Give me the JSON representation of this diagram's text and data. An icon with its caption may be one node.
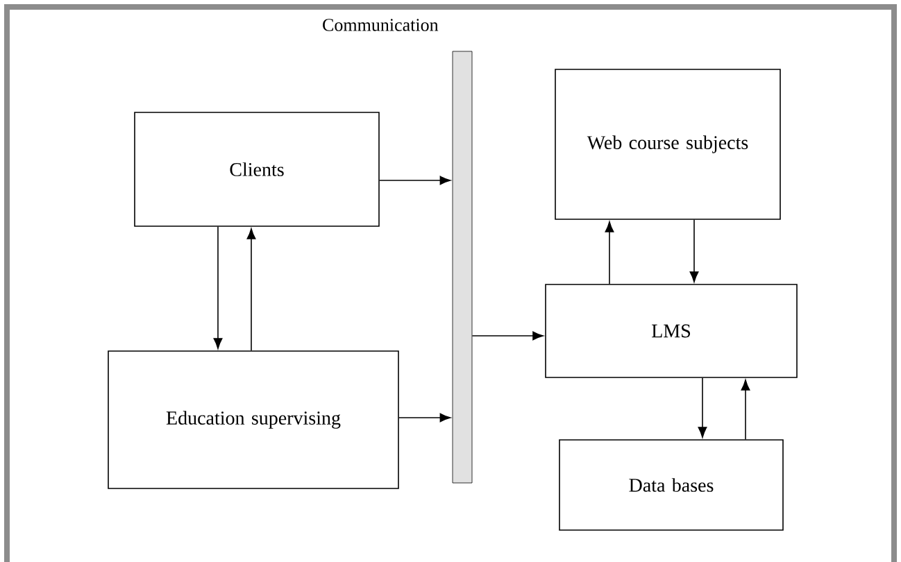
{
  "diagram": {
    "nodes": [
      {
        "text": [
          "Clients"
        ]
      },
      {
        "text": [
          "Education supervising"
        ]
      },
      {
        "text": [
          "Communication"
        ]
      },
      {
        "text": [
          "Web course subjects"
        ]
      },
      {
        "text": [
          "LMS"
        ]
      },
      {
        "text": [
          "Data bases"
        ]
      }
    ],
    "edges": [
      {
        "from": 0,
        "to": 2,
        "arrow": "to"
      },
      {
        "from": 1,
        "to": 2,
        "arrow": "to"
      },
      {
        "from": 2,
        "to": 4,
        "arrow": "to"
      },
      {
        "from": 0,
        "to": 1,
        "arrow": "to"
      },
      {
        "from": 1,
        "to": 0,
        "arrow": "to"
      },
      {
        "from": 4,
        "to": 3,
        "arrow": "to"
      },
      {
        "from": 3,
        "to": 4,
        "arrow": "to"
      },
      {
        "from": 4,
        "to": 5,
        "arrow": "to"
      },
      {
        "from": 5,
        "to": 4,
        "arrow": "to"
      }
    ]
  }
}
